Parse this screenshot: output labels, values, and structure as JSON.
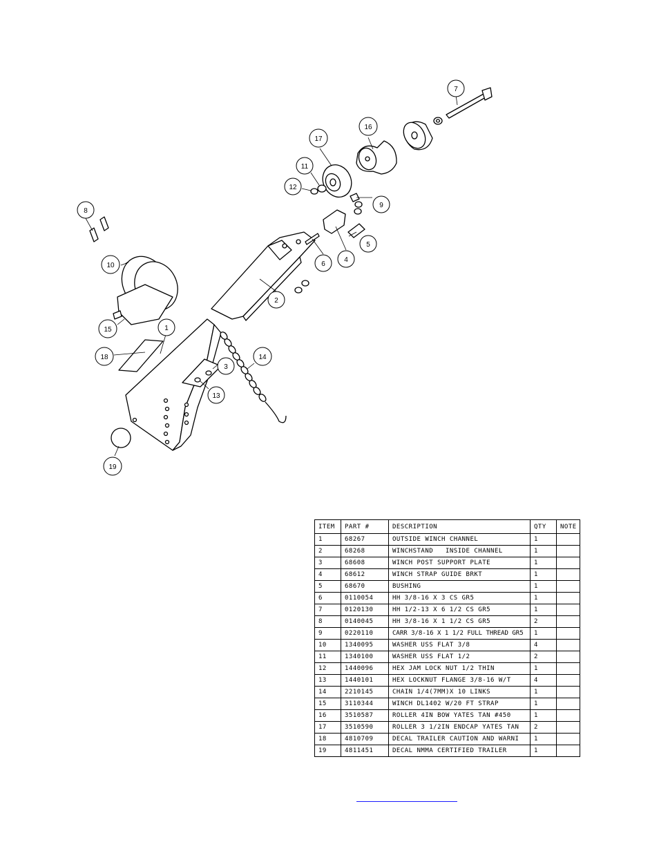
{
  "callouts": [
    {
      "label": "1"
    },
    {
      "label": "2"
    },
    {
      "label": "3"
    },
    {
      "label": "4"
    },
    {
      "label": "5"
    },
    {
      "label": "6"
    },
    {
      "label": "7"
    },
    {
      "label": "8"
    },
    {
      "label": "9"
    },
    {
      "label": "10"
    },
    {
      "label": "11"
    },
    {
      "label": "12"
    },
    {
      "label": "13"
    },
    {
      "label": "14"
    },
    {
      "label": "15"
    },
    {
      "label": "16"
    },
    {
      "label": "17"
    },
    {
      "label": "18"
    },
    {
      "label": "19"
    }
  ],
  "parts_table": {
    "headers": {
      "item": "ITEM",
      "part": "PART #",
      "description": "DESCRIPTION",
      "qty": "QTY",
      "note": "NOTE"
    },
    "rows": [
      {
        "item": "1",
        "part": "68267",
        "description": "OUTSIDE WINCH CHANNEL",
        "qty": "1",
        "note": ""
      },
      {
        "item": "2",
        "part": "68268",
        "description": "WINCHSTAND   INSIDE CHANNEL",
        "qty": "1",
        "note": ""
      },
      {
        "item": "3",
        "part": "68608",
        "description": "WINCH POST SUPPORT PLATE",
        "qty": "1",
        "note": ""
      },
      {
        "item": "4",
        "part": "68612",
        "description": "WINCH STRAP GUIDE BRKT",
        "qty": "1",
        "note": ""
      },
      {
        "item": "5",
        "part": "68670",
        "description": "BUSHING",
        "qty": "1",
        "note": ""
      },
      {
        "item": "6",
        "part": "0110054",
        "description": "HH 3/8-16 X 3 CS GR5",
        "qty": "1",
        "note": ""
      },
      {
        "item": "7",
        "part": "0120130",
        "description": "HH 1/2-13 X 6 1/2 CS GR5",
        "qty": "1",
        "note": ""
      },
      {
        "item": "8",
        "part": "0140045",
        "description": "HH 3/8-16 X 1 1/2 CS GR5",
        "qty": "2",
        "note": ""
      },
      {
        "item": "9",
        "part": "0220110",
        "description": "CARR 3/8-16 X 1 1/2 FULL THREAD GR5",
        "qty": "1",
        "note": ""
      },
      {
        "item": "10",
        "part": "1340095",
        "description": "WASHER USS FLAT 3/8",
        "qty": "4",
        "note": ""
      },
      {
        "item": "11",
        "part": "1340100",
        "description": "WASHER USS FLAT 1/2",
        "qty": "2",
        "note": ""
      },
      {
        "item": "12",
        "part": "1440096",
        "description": "HEX JAM LOCK NUT 1/2 THIN",
        "qty": "1",
        "note": ""
      },
      {
        "item": "13",
        "part": "1440101",
        "description": "HEX LOCKNUT FLANGE 3/8-16 W/T",
        "qty": "4",
        "note": ""
      },
      {
        "item": "14",
        "part": "2210145",
        "description": "CHAIN 1/4(7MM)X 10 LINKS",
        "qty": "1",
        "note": ""
      },
      {
        "item": "15",
        "part": "3110344",
        "description": "WINCH DL1402 W/20 FT STRAP",
        "qty": "1",
        "note": ""
      },
      {
        "item": "16",
        "part": "3510587",
        "description": "ROLLER 4IN BOW YATES TAN #450",
        "qty": "1",
        "note": ""
      },
      {
        "item": "17",
        "part": "3510590",
        "description": "ROLLER 3 1/2IN ENDCAP YATES TAN",
        "qty": "2",
        "note": ""
      },
      {
        "item": "18",
        "part": "4810709",
        "description": "DECAL TRAILER CAUTION AND WARNI",
        "qty": "1",
        "note": ""
      },
      {
        "item": "19",
        "part": "4811451",
        "description": "DECAL NMMA CERTIFIED TRAILER",
        "qty": "1",
        "note": ""
      }
    ]
  },
  "link": {
    "text": ""
  }
}
